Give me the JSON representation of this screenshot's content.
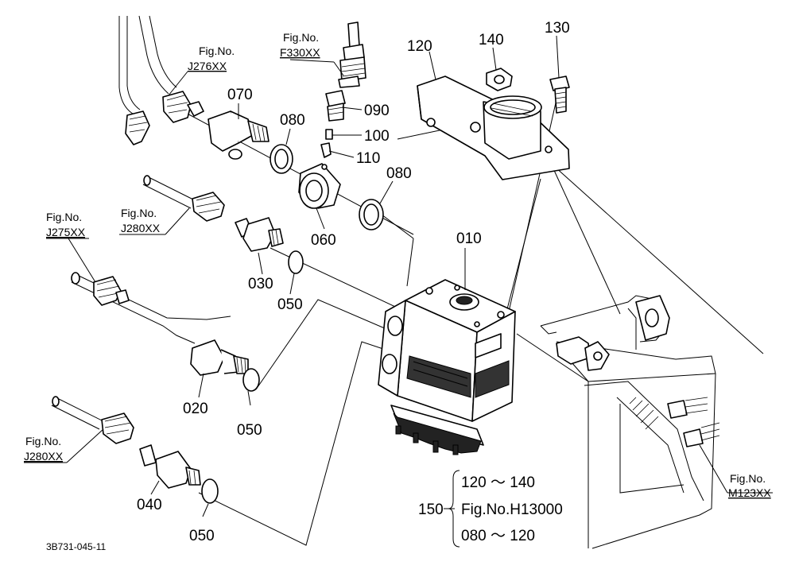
{
  "diagram": {
    "drawing_code": "3B731-045-11",
    "part_labels": {
      "p010": "010",
      "p020": "020",
      "p030": "030",
      "p040": "040",
      "p050a": "050",
      "p050b": "050",
      "p050c": "050",
      "p060": "060",
      "p070": "070",
      "p080a": "080",
      "p080b": "080",
      "p090": "090",
      "p100": "100",
      "p110": "110",
      "p120": "120",
      "p130": "130",
      "p140": "140"
    },
    "figure_refs": [
      {
        "prefix": "Fig.No.",
        "number": "J276XX"
      },
      {
        "prefix": "Fig.No.",
        "number": "F330XX"
      },
      {
        "prefix": "Fig.No.",
        "number": "J275XX"
      },
      {
        "prefix": "Fig.No.",
        "number": "J280XX"
      },
      {
        "prefix": "Fig.No.",
        "number": "J280XX"
      },
      {
        "prefix": "Fig.No.",
        "number": "M123XX"
      }
    ],
    "assembly_note": {
      "item": "150",
      "line1": "120 ～ 140",
      "line2": "Fig.No.H13000",
      "line3": "080 ～ 120"
    }
  }
}
